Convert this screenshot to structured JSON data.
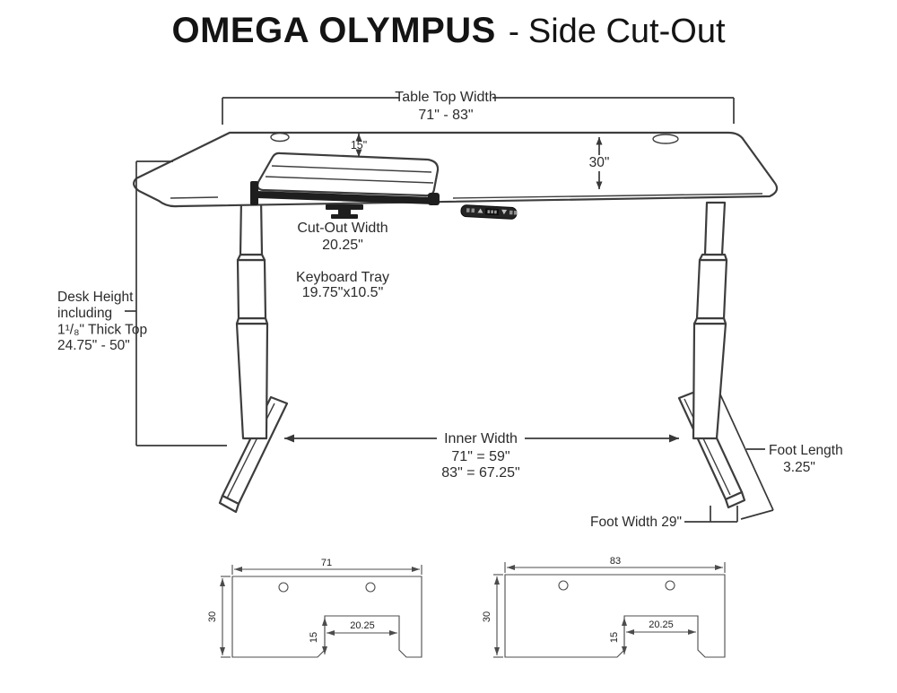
{
  "title": {
    "brand": "OMEGA OLYMPUS",
    "separator": "-",
    "subtitle": "Side Cut-Out"
  },
  "main": {
    "table_top_width_label": "Table Top Width",
    "table_top_width_value": "71\" - 83\"",
    "cutout_inset_value": "15\"",
    "depth_value": "30\"",
    "cutout_width_label": "Cut-Out Width",
    "cutout_width_value": "20.25\"",
    "keyboard_tray_label": "Keyboard Tray",
    "keyboard_tray_value": "19.75\"x10.5\"",
    "desk_height_line1": "Desk Height",
    "desk_height_line2": "including",
    "desk_height_line3": "1¹/₈\" Thick Top",
    "desk_height_line4": "24.75\" - 50\"",
    "inner_width_label": "Inner  Width",
    "inner_width_value1": "71\" = 59\"",
    "inner_width_value2": "83\" = 67.25\"",
    "foot_length_label": "Foot Length",
    "foot_length_value": "3.25\"",
    "foot_width_label": "Foot Width 29\""
  },
  "top_view_small": {
    "width": "71",
    "depth": "30",
    "cutout_depth": "15",
    "cutout_width": "20.25"
  },
  "top_view_large": {
    "width": "83",
    "depth": "30",
    "cutout_depth": "15",
    "cutout_width": "20.25"
  },
  "colors": {
    "line": "#3d3d3d",
    "cad_line": "#4c4c4c",
    "text": "#2b2b2b",
    "background": "#ffffff",
    "keypad_body": "#1e1e1e"
  }
}
